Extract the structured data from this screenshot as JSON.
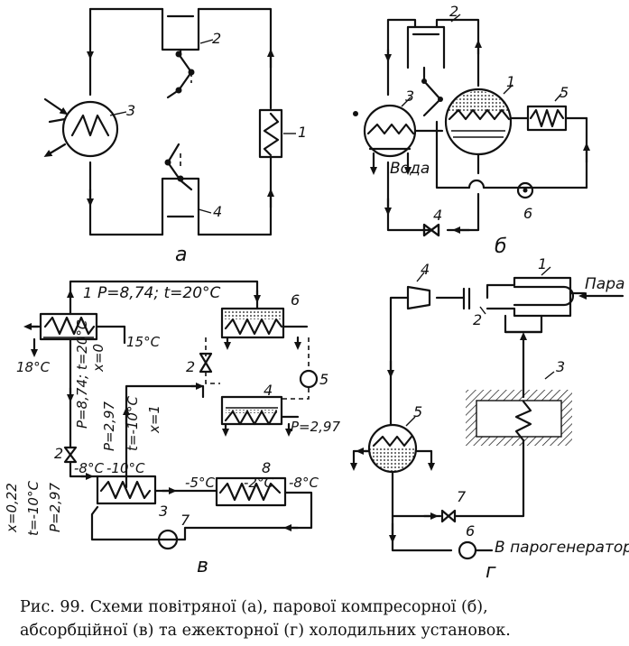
{
  "panels": {
    "a": {
      "letter": "а",
      "labels": {
        "n1": "1",
        "n2": "2",
        "n3": "3",
        "n4": "4"
      }
    },
    "b": {
      "letter": "б",
      "labels": {
        "n1": "1",
        "n2": "2",
        "n3": "3",
        "n4": "4",
        "n5": "5",
        "n6": "6",
        "water": "Вода"
      }
    },
    "v": {
      "letter": "в",
      "labels": {
        "n1": "1",
        "n2a": "2",
        "n2b": "2",
        "n3": "3",
        "n4": "4",
        "n5": "5",
        "n6": "6",
        "n7": "7",
        "n8": "8",
        "top_params": "P=8,74; t=20°C",
        "t15": "15°C",
        "t18": "18°C",
        "p2_left": "P=8,74; t=20°C",
        "x0": "x=0",
        "m8c": "-8°C",
        "p297_mid": "P=2,97",
        "tm10": "t=-10°C",
        "x1": "x=1",
        "p297_right": "P=2,97",
        "m10c": "-10°C",
        "m5c": "-5°C",
        "m2c": "-2°C",
        "m8c_right": "-8°C",
        "x022": "x=0,22",
        "tm10_left": "t=-10°C",
        "p297_left": "P=2,97"
      }
    },
    "g": {
      "letter": "г",
      "labels": {
        "n1": "1",
        "n2": "2",
        "n3": "3",
        "n4": "4",
        "n5": "5",
        "n6": "6",
        "n7": "7",
        "steam": "Пара",
        "to_gen": "В парогенератор"
      }
    }
  },
  "caption": {
    "line1": "Рис. 99. Схеми повітряної (а), парової компресорної (б),",
    "line2": "абсорбційної (в) та ежекторної (г) холодильних установок."
  }
}
